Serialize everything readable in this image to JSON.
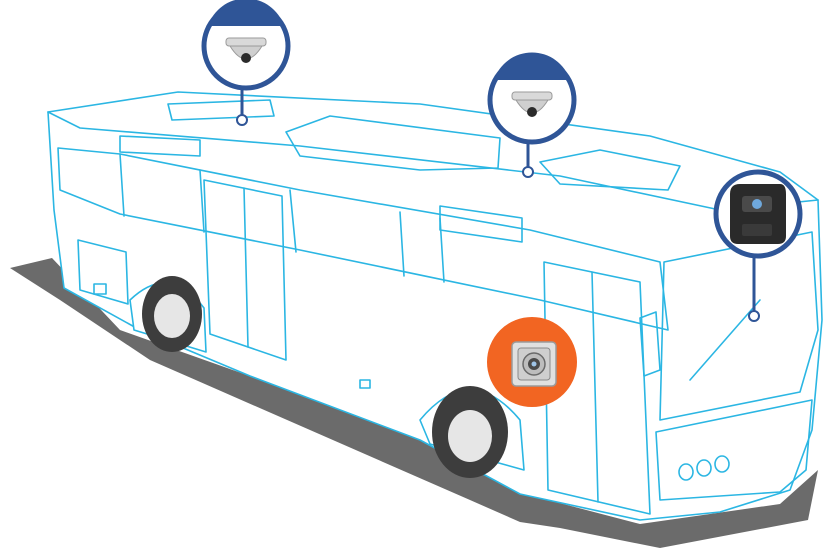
{
  "colors": {
    "background": "#ffffff",
    "bus_outline": "#2bb6e3",
    "shadow": "#6b6b6b",
    "marker_ring_blue": "#2f5597",
    "marker_ring_orange": "#f26522",
    "tire_dark": "#3d3d3d",
    "hubcap": "#e6e6e6"
  },
  "markers": [
    {
      "id": "roof-rear",
      "device": "dome-camera-icon",
      "ring": "blue"
    },
    {
      "id": "roof-middle",
      "device": "dome-camera-icon",
      "ring": "blue"
    },
    {
      "id": "windshield",
      "device": "mobile-dvr-camera-icon",
      "ring": "blue"
    },
    {
      "id": "side-exterior",
      "device": "exterior-side-camera-icon",
      "ring": "orange"
    }
  ]
}
